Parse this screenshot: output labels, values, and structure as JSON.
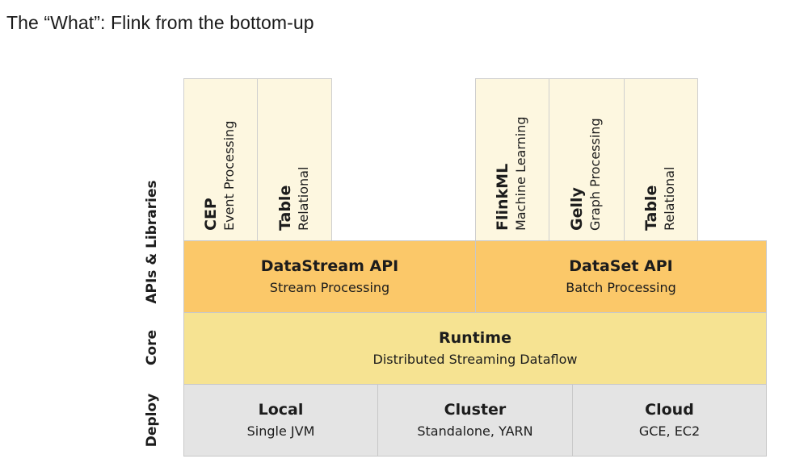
{
  "title": "The “What”: Flink from the bottom-up",
  "side_labels": {
    "apis": "APIs & Libraries",
    "core": "Core",
    "deploy": "Deploy"
  },
  "libraries": [
    {
      "main": "CEP",
      "sub": "Event Processing"
    },
    {
      "main": "Table",
      "sub": "Relational"
    },
    {
      "main": "FlinkML",
      "sub": "Machine Learning"
    },
    {
      "main": "Gelly",
      "sub": "Graph Processing"
    },
    {
      "main": "Table",
      "sub": "Relational"
    }
  ],
  "apis": [
    {
      "main": "DataStream API",
      "sub": "Stream Processing"
    },
    {
      "main": "DataSet API",
      "sub": "Batch Processing"
    }
  ],
  "core": {
    "main": "Runtime",
    "sub": "Distributed Streaming Dataflow"
  },
  "deploy": [
    {
      "main": "Local",
      "sub": "Single JVM"
    },
    {
      "main": "Cluster",
      "sub": "Standalone, YARN"
    },
    {
      "main": "Cloud",
      "sub": "GCE, EC2"
    }
  ],
  "colors": {
    "library": "#fdf7e0",
    "api": "#fbc869",
    "core": "#f6e392",
    "deploy": "#e4e4e4"
  }
}
